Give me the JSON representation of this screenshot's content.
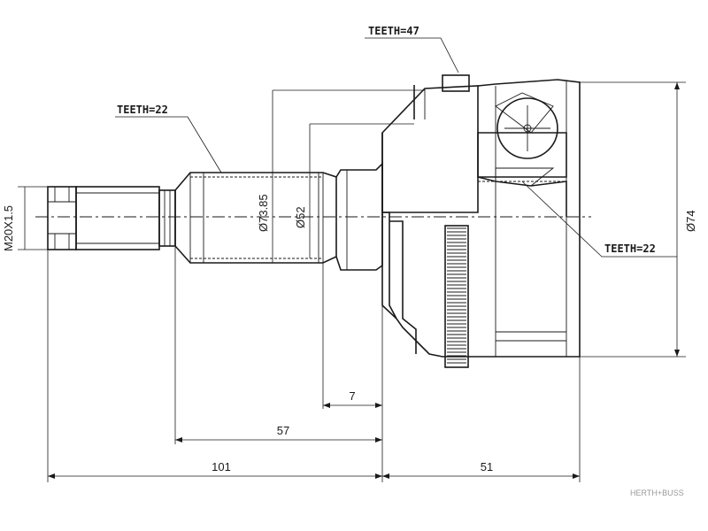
{
  "callouts": {
    "teeth_top": "TEETH=47",
    "teeth_shaft": "TEETH=22",
    "teeth_inner": "TEETH=22"
  },
  "dimensions": {
    "thread": "M20X1.5",
    "d_shaft": "Ø73.85",
    "d_inner": "Ø52",
    "d_outer": "Ø74",
    "len_7": "7",
    "len_57": "57",
    "len_101": "101",
    "len_51": "51"
  },
  "watermark": "HERTH+BUSS",
  "colors": {
    "line": "#1a1a1a",
    "background": "#ffffff",
    "watermark": "#9a9a9a"
  }
}
